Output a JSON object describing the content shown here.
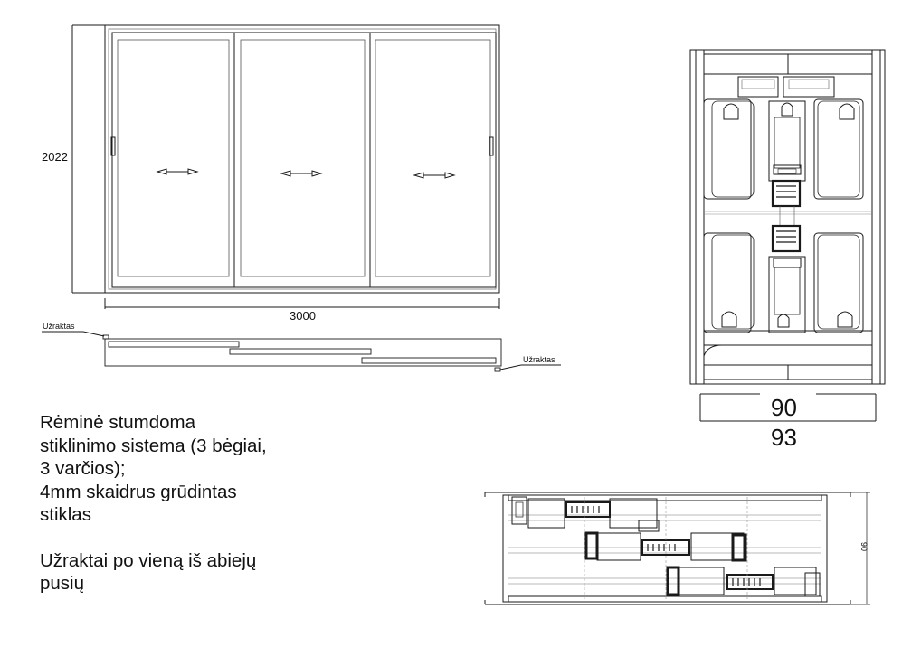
{
  "drawing": {
    "front_view": {
      "height_label": "2022",
      "width_label": "3000",
      "sash_count": 3
    },
    "plan_view": {
      "lock_label_left": "Užraktas",
      "lock_label_right": "Užraktas"
    },
    "vertical_section": {
      "dim_inner": "90",
      "dim_outer": "93"
    },
    "horizontal_section": {
      "dim_side": "90"
    }
  },
  "description": {
    "line1": "Rėminė stumdoma",
    "line2": "stiklinimo sistema (3 bėgiai,",
    "line3": "3 varčios);",
    "line4": "4mm skaidrus grūdintas",
    "line5": "stiklas",
    "line6": "Užraktai po vieną iš abiejų",
    "line7": "pusių"
  },
  "colors": {
    "line": "#1a1a1a",
    "thin": "#555555"
  }
}
